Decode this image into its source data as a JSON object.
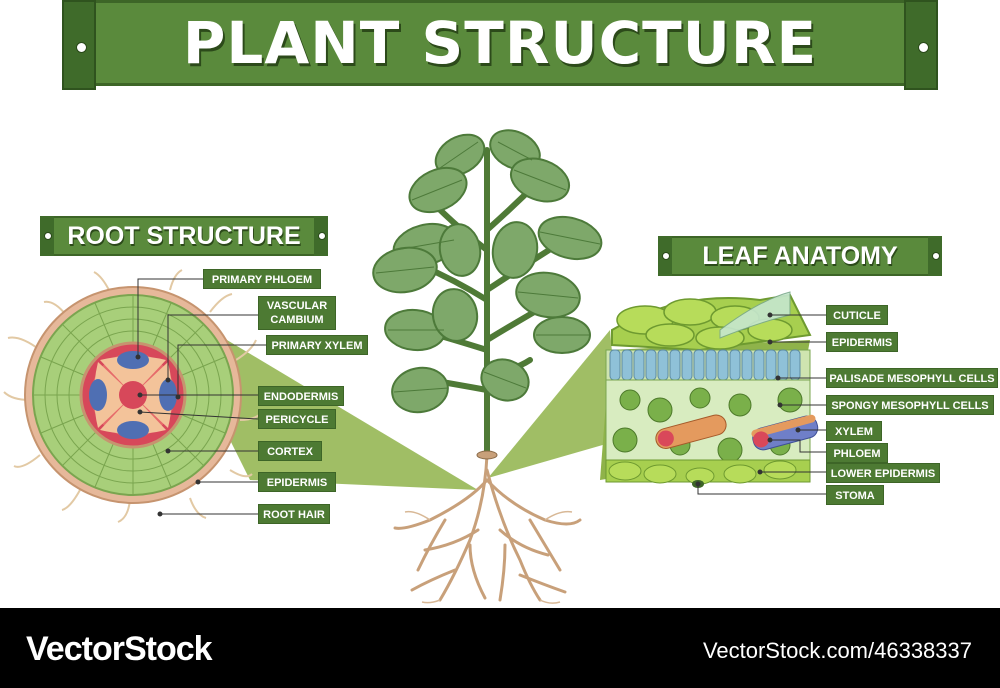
{
  "title": "PLANT STRUCTURE",
  "root_section": {
    "title": "ROOT STRUCTURE",
    "labels": [
      "PRIMARY PHLOEM",
      "VASCULAR CAMBIUM",
      "PRIMARY XYLEM",
      "ENDODERMIS",
      "PERICYCLE",
      "CORTEX",
      "EPIDERMIS",
      "ROOT HAIR"
    ]
  },
  "leaf_section": {
    "title": "LEAF ANATOMY",
    "labels": [
      "CUTICLE",
      "EPIDERMIS",
      "PALISADE MESOPHYLL CELLS",
      "SPONGY MESOPHYLL CELLS",
      "XYLEM",
      "PHLOEM",
      "LOWER EPIDERMIS",
      "STOMA"
    ]
  },
  "footer": {
    "brand": "VectorStock",
    "reference": "VectorStock.com/46338337"
  },
  "colors": {
    "banner": "#5a8a3c",
    "banner_dark": "#3d6527",
    "leaf": "#7ea86a",
    "highlight": "#8fb34a",
    "footer": "#000000"
  }
}
